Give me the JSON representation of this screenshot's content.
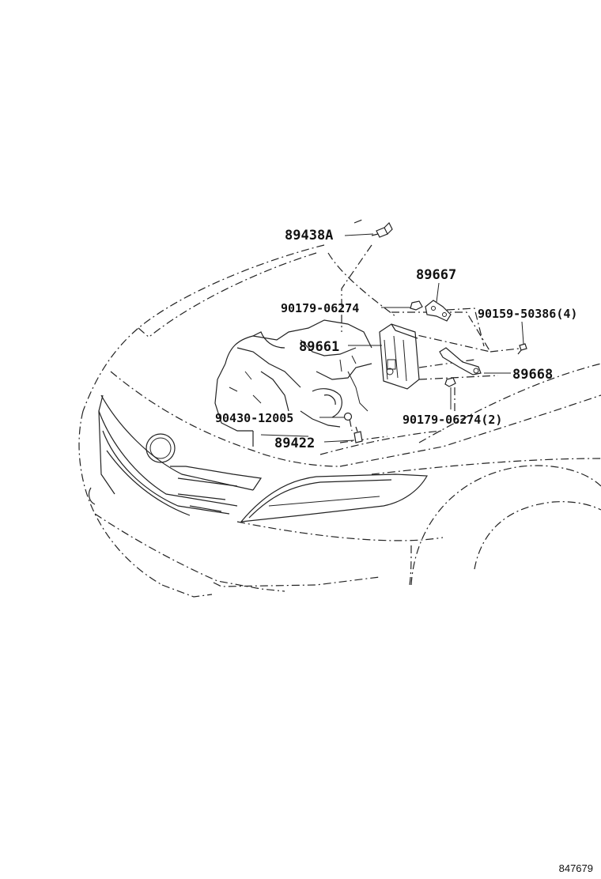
{
  "labels": {
    "part_89438A": "89438A",
    "part_89667": "89667",
    "bolt_90179_upper": "90179-06274",
    "bolt_90159": "90159-50386(4)",
    "part_89661": "89661",
    "part_89668": "89668",
    "bolt_90430": "90430-12005",
    "bolt_90179_lower": "90179-06274(2)",
    "part_89422": "89422"
  },
  "reference_number": "847679"
}
